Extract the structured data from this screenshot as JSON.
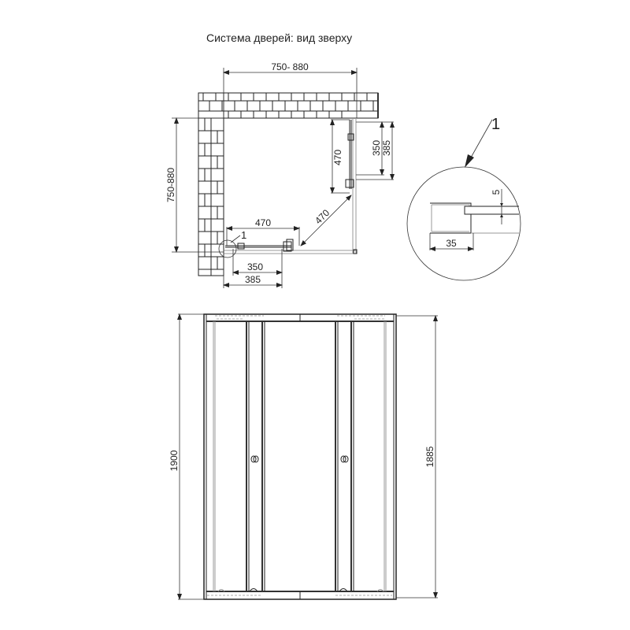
{
  "title": "Система дверей: вид зверху",
  "top_view": {
    "width_dim": "750- 880",
    "depth_dim": "750-880",
    "front_door_width": "470",
    "side_door_width": "470",
    "diagonal_opening": "470",
    "side_fixed_350": "350",
    "side_fixed_385": "385",
    "front_fixed_350": "350",
    "front_fixed_385": "385",
    "detail_callout": "1"
  },
  "detail_view": {
    "callout": "1",
    "profile_width": "35",
    "gap": "5"
  },
  "front_view": {
    "total_height": "1900",
    "door_height": "1885"
  },
  "colors": {
    "line": "#222222",
    "background": "#ffffff",
    "light_line": "#999999"
  }
}
